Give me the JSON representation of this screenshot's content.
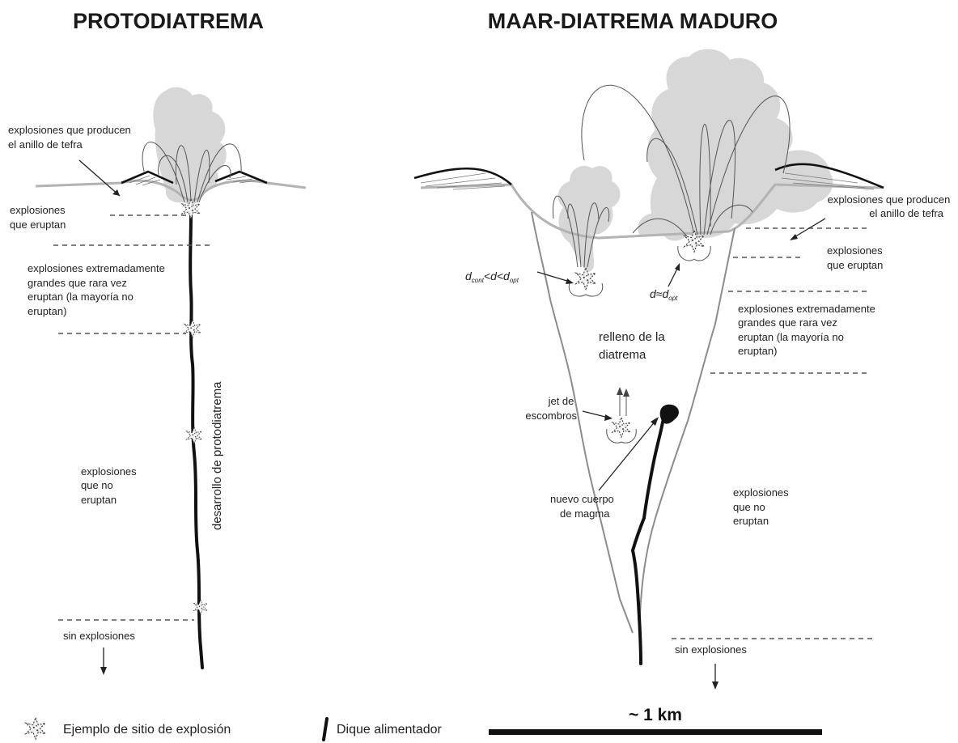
{
  "left_panel": {
    "title": "PROTODIATREMA",
    "labels": {
      "ring_explosions": [
        "explosiones que producen",
        "el anillo de tefra"
      ],
      "erupting": [
        "explosiones",
        "que eruptan"
      ],
      "extreme": [
        "explosiones extremadamente",
        "grandes que rara vez",
        "eruptan (la mayoría no",
        "eruptan)"
      ],
      "non_erupting": [
        "explosiones",
        "que no",
        "eruptan"
      ],
      "no_explosions": "sin explosiones",
      "development": "desarrollo de protodiatrema"
    }
  },
  "right_panel": {
    "title": "MAAR-DIATREMA MADURO",
    "labels": {
      "ring_explosions": [
        "explosiones que producen",
        "el anillo de tefra"
      ],
      "erupting": [
        "explosiones",
        "que eruptan"
      ],
      "extreme": [
        "explosiones extremadamente",
        "grandes que rara vez",
        "eruptan (la mayoría no",
        "eruptan)"
      ],
      "fill": [
        "relleno de la",
        "diatrema"
      ],
      "debris_jet": [
        "jet de",
        "escombros"
      ],
      "magma": [
        "nuevo cuerpo",
        "de magma"
      ],
      "non_erupting": [
        "explosiones",
        "que no",
        "eruptan"
      ],
      "no_explosions": "sin explosiones",
      "d_cont": {
        "d1": "d",
        "sub1": "cont",
        "mid": "<d<d",
        "sub2": "opt"
      },
      "d_opt": {
        "d1": "d≈d",
        "sub1": "opt"
      }
    }
  },
  "legend": {
    "explosion_site": "Ejemplo de sitio de explosión",
    "feeder_dike": "Dique alimentador",
    "scale": "~ 1 km"
  }
}
